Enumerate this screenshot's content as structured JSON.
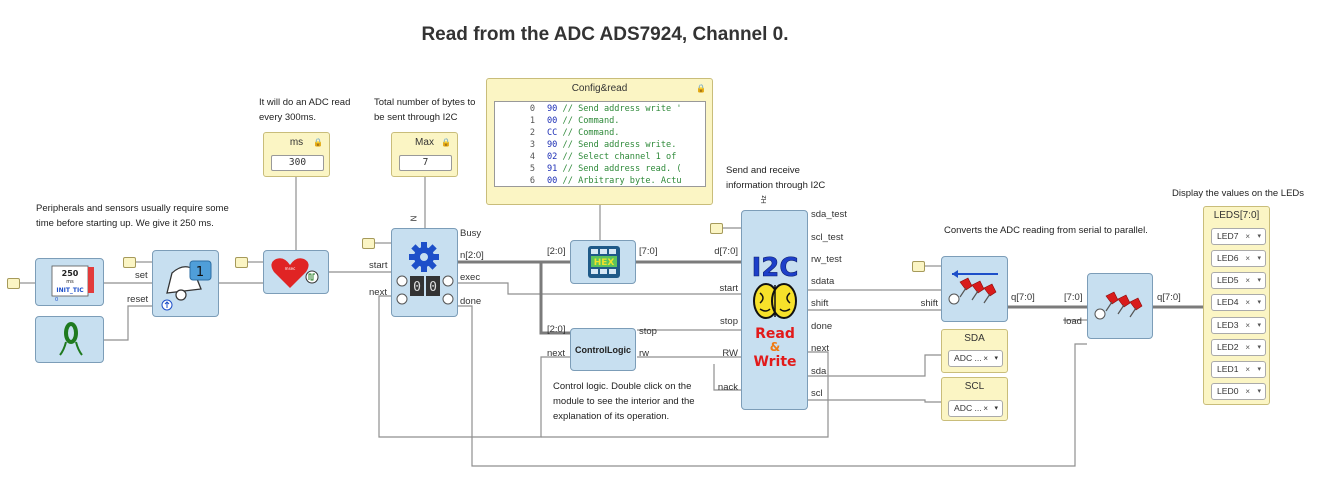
{
  "page_title": "Read from the ADC ADS7924, Channel 0.",
  "comments": {
    "startup": "Peripherals and sensors usually require some time before starting up. We give it 250 ms.",
    "adc_period": "It will do an ADC read every 300ms.",
    "total_bytes": "Total number of bytes to be sent through I2C",
    "send_receive": "Send and receive information through I2C",
    "converts": "Converts the ADC reading from serial to parallel.",
    "display": "Display the values on the LEDs",
    "control_logic": "Control logic. Double click on the module to see the interior and the explanation of its operation."
  },
  "params": {
    "ms": {
      "label": "ms",
      "value": "300"
    },
    "max": {
      "label": "Max",
      "value": "7"
    }
  },
  "config": {
    "title": "Config&read",
    "lines": [
      {
        "n": "0",
        "hex": "90",
        "comment": "// Send address write '"
      },
      {
        "n": "1",
        "hex": "00",
        "comment": "// Command."
      },
      {
        "n": "2",
        "hex": "CC",
        "comment": "// Command."
      },
      {
        "n": "3",
        "hex": "90",
        "comment": "// Send address write."
      },
      {
        "n": "4",
        "hex": "02",
        "comment": "// Select channel 1 of"
      },
      {
        "n": "5",
        "hex": "91",
        "comment": "// Send address read. ("
      },
      {
        "n": "6",
        "hex": "00",
        "comment": "// Arbitrary byte. Actu"
      }
    ]
  },
  "timer_icon": {
    "top": "250",
    "mid": "ms",
    "bottom": "INIT_TIC"
  },
  "ports": {
    "set": "set",
    "reset": "reset",
    "start": "start",
    "next": "next",
    "busy": "Busy",
    "n": "n[2:0]",
    "exec": "exec",
    "done": "done",
    "bus_2_0_a": "[2:0]",
    "bus_7_0_a": "[7:0]",
    "bus_2_0_b": "[2:0]",
    "stop": "stop",
    "rw": "rw",
    "next_cl": "next",
    "d": "d[7:0]",
    "start_i2c": "start",
    "stop_i2c": "stop",
    "rw_i2c": "RW",
    "nack": "nack",
    "sda_test": "sda_test",
    "scl_test": "scl_test",
    "rw_test": "rw_test",
    "sdata": "sdata",
    "shift": "shift",
    "done_i2c": "done",
    "next_i2c": "next",
    "sda": "sda",
    "scl": "scl",
    "shift_in": "shift",
    "q_sr": "q[7:0]",
    "bus_7_0_b": "[7:0]",
    "load": "load",
    "q_reg": "q[7:0]",
    "hz": "Hz",
    "n_lbl": "N"
  },
  "counter_digits": [
    "0",
    "0"
  ],
  "hex_icon_label": "HEX",
  "control_logic_label": "ControlLogic",
  "i2c_block": {
    "l1": "I2C",
    "l2": "Read",
    "l3": "&",
    "l4": "Write"
  },
  "sda": {
    "title": "SDA",
    "value": "ADC ..."
  },
  "scl": {
    "title": "SCL",
    "value": "ADC ..."
  },
  "leds": {
    "title": "LEDS[7:0]",
    "items": [
      "LED7",
      "LED6",
      "LED5",
      "LED4",
      "LED3",
      "LED2",
      "LED1",
      "LED0"
    ]
  },
  "colors": {
    "block": "#c7dff0",
    "config": "#fbf5c4",
    "wire": "#8a8a8a",
    "bus": "#7a7a7a"
  }
}
